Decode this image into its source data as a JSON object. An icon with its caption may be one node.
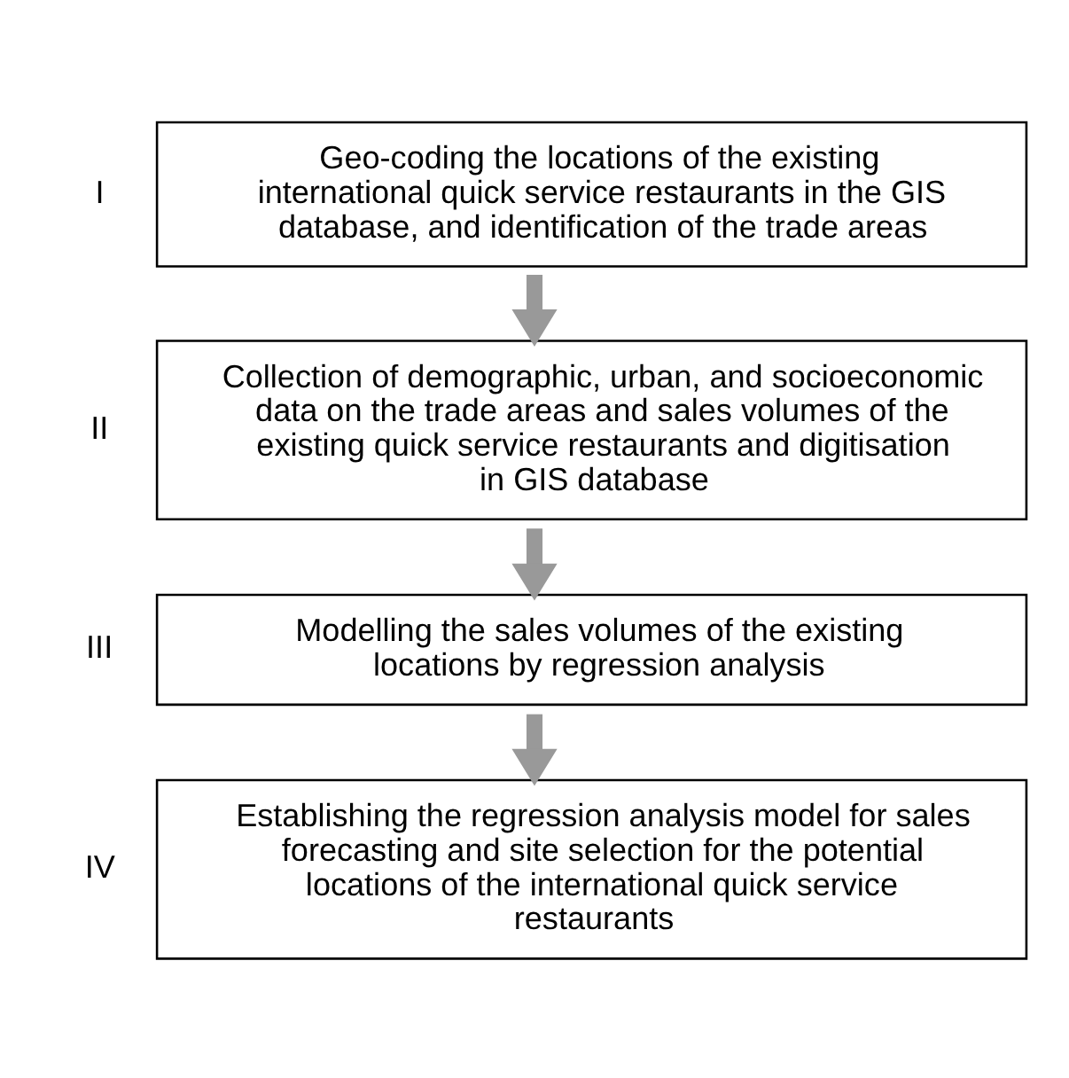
{
  "diagram": {
    "nodes": [
      {
        "text": [
          "Geo-coding the locations of the existing international quick service restaurants in the GIS database, and identification of the trade areas"
        ],
        "beside": [
          "I"
        ]
      },
      {
        "text": [
          "Collection of demographic, urban, and socioeconomic data on the trade areas and sales volumes of the existing quick service restaurants and digitisation in GIS database"
        ],
        "beside": [
          "II"
        ]
      },
      {
        "text": [
          "Modelling the sales volumes of the existing locations by regression analysis"
        ],
        "beside": [
          "III"
        ]
      },
      {
        "text": [
          "Establishing the regression analysis model for sales forecasting and site selection for the potential locations of the international quick service restaurants"
        ],
        "beside": [
          "IV"
        ]
      }
    ],
    "edges": [
      {
        "from": 0,
        "to": 1,
        "arrow": "to"
      },
      {
        "from": 1,
        "to": 2,
        "arrow": "to"
      },
      {
        "from": 2,
        "to": 3,
        "arrow": "to"
      }
    ]
  }
}
